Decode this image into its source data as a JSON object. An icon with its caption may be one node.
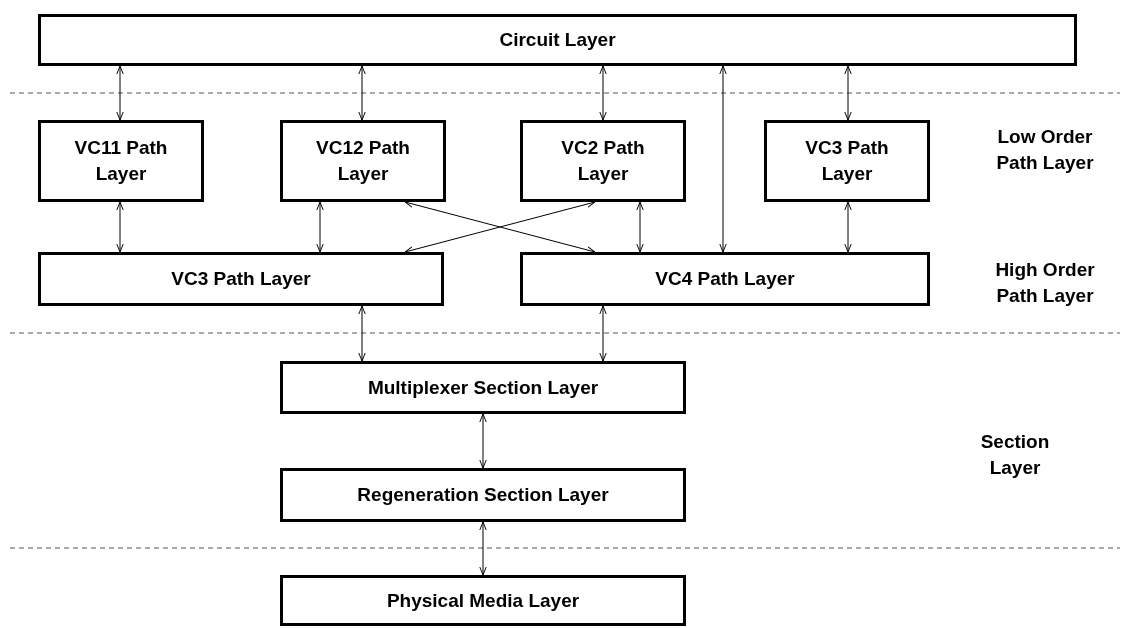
{
  "diagram": {
    "nodes": [
      {
        "text": [
          "Circuit Layer"
        ]
      },
      {
        "text": [
          "VC11 Path Layer"
        ]
      },
      {
        "text": [
          "VC12 Path Layer"
        ]
      },
      {
        "text": [
          "VC2 Path Layer"
        ]
      },
      {
        "text": [
          "VC3 Path Layer"
        ]
      },
      {
        "text": [
          "VC3 Path Layer"
        ]
      },
      {
        "text": [
          "VC4 Path Layer"
        ]
      },
      {
        "text": [
          "Multiplexer Section Layer"
        ]
      },
      {
        "text": [
          "Regeneration Section Layer"
        ]
      },
      {
        "text": [
          "Physical Media Layer"
        ]
      }
    ],
    "edges": [
      {
        "from": 0,
        "to": 1,
        "arrow": "both"
      },
      {
        "from": 0,
        "to": 2,
        "arrow": "both"
      },
      {
        "from": 0,
        "to": 3,
        "arrow": "both"
      },
      {
        "from": 0,
        "to": 6,
        "arrow": "both"
      },
      {
        "from": 0,
        "to": 4,
        "arrow": "both"
      },
      {
        "from": 1,
        "to": 5,
        "arrow": "both"
      },
      {
        "from": 2,
        "to": 5,
        "arrow": "both"
      },
      {
        "from": 2,
        "to": 6,
        "arrow": "both"
      },
      {
        "from": 3,
        "to": 5,
        "arrow": "both"
      },
      {
        "from": 3,
        "to": 6,
        "arrow": "both"
      },
      {
        "from": 4,
        "to": 6,
        "arrow": "both"
      },
      {
        "from": 5,
        "to": 7,
        "arrow": "both"
      },
      {
        "from": 6,
        "to": 7,
        "arrow": "both"
      },
      {
        "from": 7,
        "to": 8,
        "arrow": "both"
      },
      {
        "from": 8,
        "to": 9,
        "arrow": "both"
      }
    ],
    "labels": [
      "Low Order Path Layer",
      "High Order Path Layer",
      "Section Layer"
    ]
  }
}
